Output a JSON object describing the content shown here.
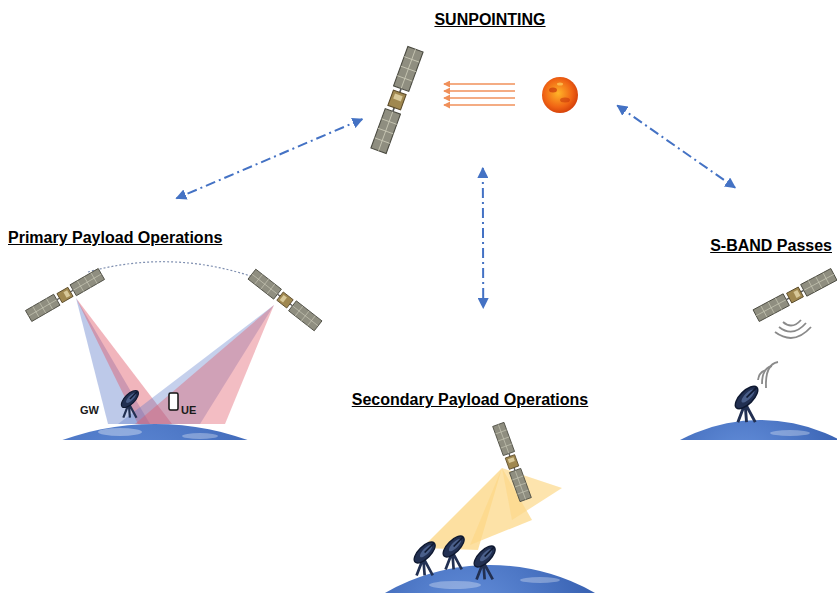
{
  "diagram": {
    "nodes": [
      {
        "text": [
          "SUNPOINTING"
        ]
      },
      {
        "text": [
          "Primary Payload Operations"
        ]
      },
      {
        "text": [
          "Secondary Payload Operations"
        ]
      },
      {
        "text": [
          "S-BAND Passes"
        ]
      }
    ],
    "edges": [
      {
        "from": 0,
        "to": 1,
        "arrow": "both"
      },
      {
        "from": 0,
        "to": 2,
        "arrow": "both"
      },
      {
        "from": 0,
        "to": 3,
        "arrow": "both"
      }
    ],
    "labels": [
      "GW",
      "UE"
    ]
  }
}
